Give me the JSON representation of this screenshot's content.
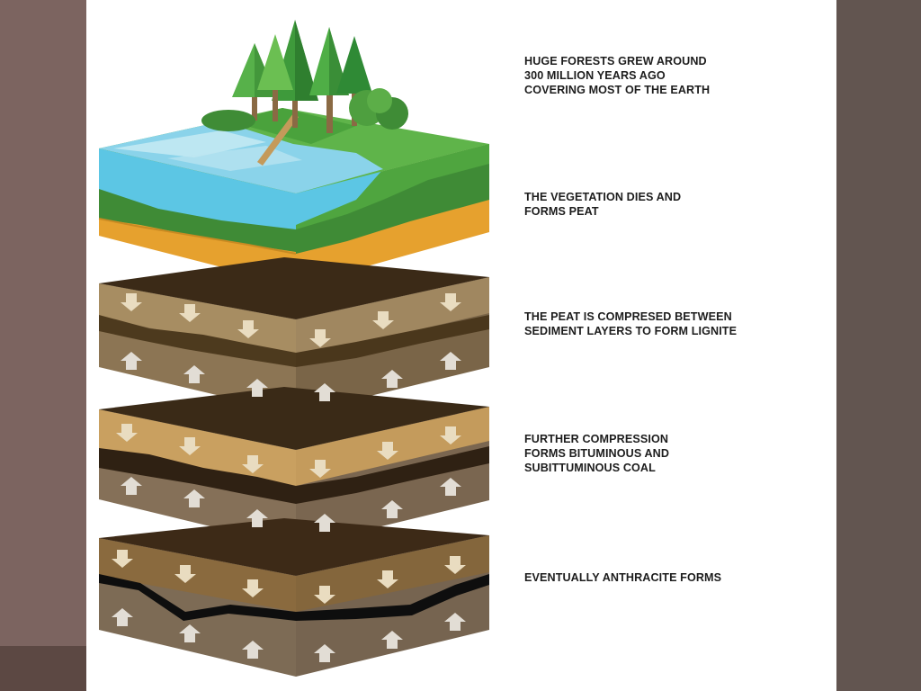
{
  "captions": [
    {
      "id": "forest",
      "lines": [
        "HUGE FORESTS GREW AROUND",
        "300 MILLION YEARS AGO",
        "COVERING MOST OF THE EARTH"
      ]
    },
    {
      "id": "peat",
      "lines": [
        "THE VEGETATION DIES AND",
        "FORMS PEAT"
      ]
    },
    {
      "id": "lignite",
      "lines": [
        "THE PEAT IS COMPRESED BETWEEN",
        "SEDIMENT LAYERS TO FORM LIGNITE"
      ]
    },
    {
      "id": "bituminous",
      "lines": [
        "FURTHER COMPRESSION",
        "FORMS BITUMINOUS AND",
        "SUBITTUMINOUS COAL"
      ]
    },
    {
      "id": "anthracite",
      "lines": [
        "EVENTUALLY ANTHRACITE FORMS"
      ]
    }
  ],
  "colors": {
    "water": "#5ec8e6",
    "grass": "#4f9a3a",
    "orange_layer": "#e5a12e",
    "dark_soil": "#3a2a18",
    "brown_soil": "#a48a5e",
    "coal": "#111111"
  },
  "icons": [
    "down-arrow-icon",
    "up-arrow-icon",
    "tree-icon"
  ]
}
